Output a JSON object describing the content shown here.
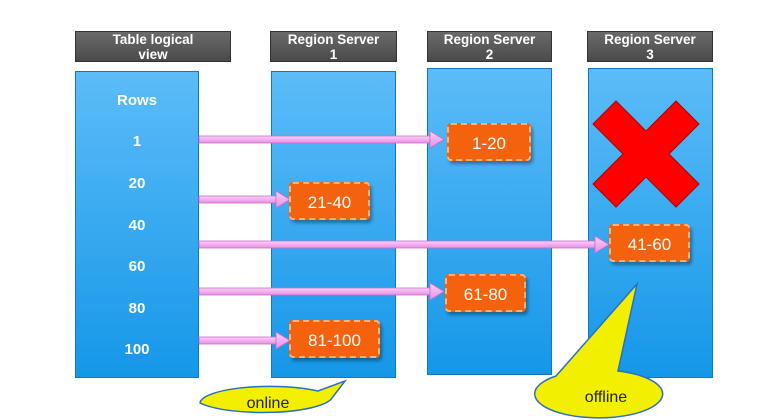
{
  "headers": {
    "table": "Table logical\nview",
    "rs1": "Region Server\n1",
    "rs2": "Region Server\n2",
    "rs3": "Region Server\n3"
  },
  "rows": [
    "Rows",
    "1",
    "20",
    "40",
    "60",
    "80",
    "100"
  ],
  "ranges": {
    "r1": "1-20",
    "r2": "21-40",
    "r3": "41-60",
    "r4": "61-80",
    "r5": "81-100"
  },
  "callouts": {
    "online": "online",
    "offline": "offline"
  },
  "colors": {
    "arrow": "#f4a6f0",
    "range_fill": "#f5620e",
    "column": "#2aa6f0",
    "offline_mark": "#ff0000",
    "callout": "#f2f000"
  }
}
